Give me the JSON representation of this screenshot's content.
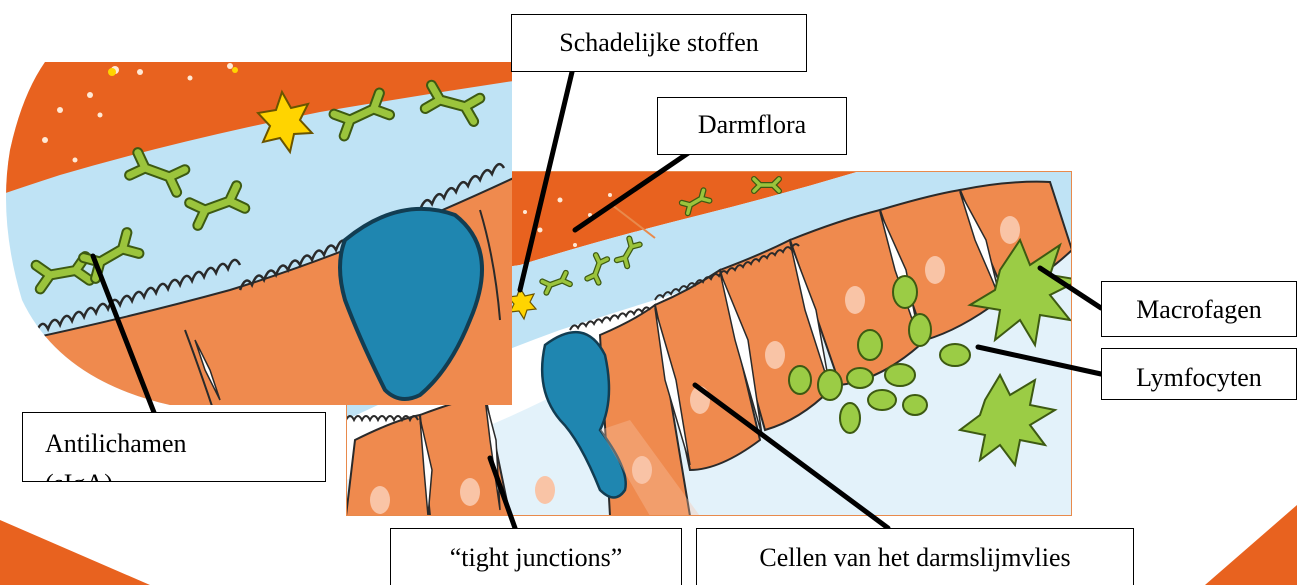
{
  "labels": {
    "schadelijke_stoffen": "Schadelijke stoffen",
    "darmflora": "Darmflora",
    "macrofagen": "Macrofagen",
    "lymfocyten": "Lymfocyten",
    "antilichamen": "Antilichamen",
    "antilichamen_cut": "(sIgA)",
    "tight_junctions": "“tight junctions”",
    "cellen": "Cellen van het darmslijmvlies"
  },
  "colors": {
    "background": "#ffffff",
    "epithelium": "#ef8a4e",
    "epithelium_dark": "#e06a2c",
    "lumen": "#bfe3f5",
    "flora_layer": "#e8621f",
    "goblet_cell": "#1f86b0",
    "nucleus": "#f9c4a6",
    "immune_cell": "#9bcc45",
    "antibody": "#9bc43c",
    "toxin": "#ffd400",
    "frame": "#e88a4c",
    "leader_line": "#000000"
  }
}
